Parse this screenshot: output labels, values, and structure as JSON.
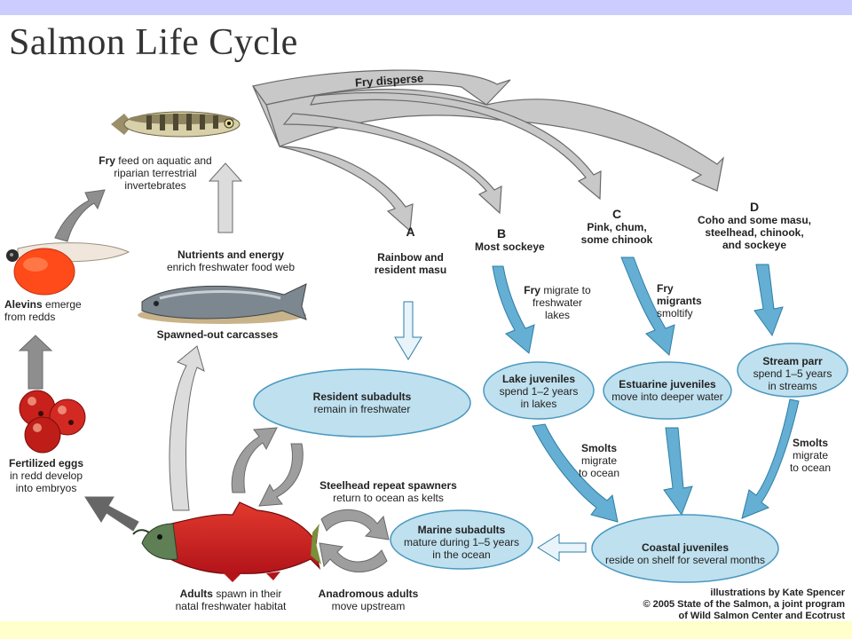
{
  "title": "Salmon Life Cycle",
  "colors": {
    "top_band": "#ccccff",
    "bottom_band": "#ffffcc",
    "gray_arrow": "#9e9e9e",
    "light_gray_arrow": "#d9d9d9",
    "blue_arrow": "#64afd3",
    "oval_fill": "#bfe0ee",
    "oval_stroke": "#4a98c0",
    "dark_arrow": "#555555"
  },
  "labels": {
    "fry_disperse": "Fry disperse",
    "fry": {
      "bold": "Fry",
      "line1": "feed on aquatic and",
      "line2": "riparian terrestrial",
      "line3": "invertebrates"
    },
    "alevins": {
      "bold": "Alevins",
      "line1": "emerge",
      "line2": "from redds"
    },
    "eggs": {
      "bold": "Fertilized eggs",
      "line1": "in redd develop",
      "line2": "into embryos"
    },
    "nutrients": {
      "bold": "Nutrients and energy",
      "line1": "enrich freshwater food web"
    },
    "carcasses": "Spawned-out carcasses",
    "adults": {
      "bold": "Adults",
      "line1": "spawn in their",
      "line2": "natal freshwater habitat"
    },
    "A": {
      "letter": "A",
      "line1": "Rainbow and",
      "line2": "resident masu"
    },
    "B": {
      "letter": "B",
      "line1": "Most sockeye"
    },
    "C": {
      "letter": "C",
      "line1": "Pink, chum,",
      "line2": "some chinook"
    },
    "D": {
      "letter": "D",
      "line1": "Coho and some masu,",
      "line2": "steelhead, chinook,",
      "line3": "and sockeye"
    },
    "fry_lakes": {
      "bold": "Fry",
      "line1": "migrate to",
      "line2": "freshwater",
      "line3": "lakes"
    },
    "fry_migrants": {
      "bold1": "Fry",
      "bold2": "migrants",
      "line1": "smoltify"
    },
    "resident": {
      "bold": "Resident subadults",
      "line1": "remain in freshwater"
    },
    "lake_juv": {
      "bold": "Lake juveniles",
      "line1": "spend 1–2 years",
      "line2": "in lakes"
    },
    "estuarine": {
      "bold": "Estuarine juveniles",
      "line1": "move into deeper water"
    },
    "stream_parr": {
      "bold": "Stream parr",
      "line1": "spend 1–5 years",
      "line2": "in streams"
    },
    "smolts1": {
      "bold": "Smolts",
      "line1": "migrate",
      "line2": "to ocean"
    },
    "smolts2": {
      "bold": "Smolts",
      "line1": "migrate",
      "line2": "to ocean"
    },
    "steelhead": {
      "bold": "Steelhead repeat spawners",
      "line1": "return to ocean as kelts"
    },
    "marine": {
      "bold": "Marine subadults",
      "line1": "mature during 1–5 years",
      "line2": "in the ocean"
    },
    "coastal": {
      "bold": "Coastal juveniles",
      "line1": "reside on shelf for several months"
    },
    "anadromous": {
      "bold": "Anadromous adults",
      "line1": "move upstream"
    },
    "credits": {
      "line1": "illustrations by Kate Spencer",
      "line2": "© 2005 State of the Salmon, a joint program",
      "line3": "of Wild Salmon Center and Ecotrust"
    }
  }
}
